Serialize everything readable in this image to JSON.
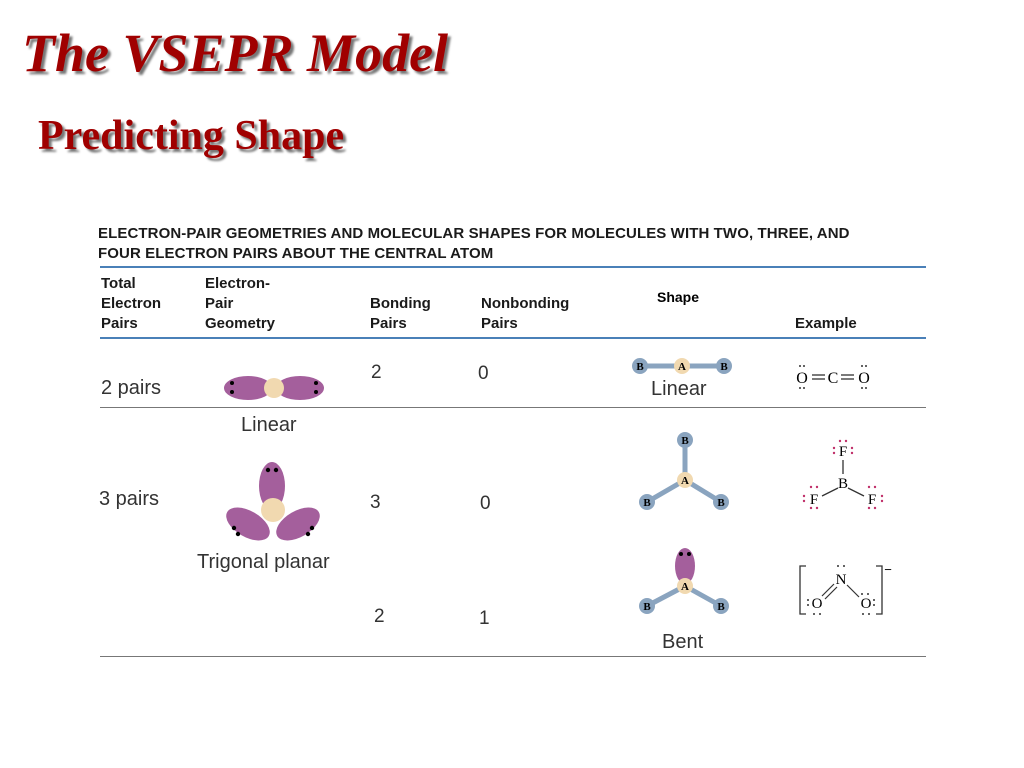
{
  "slide": {
    "title": "The VSEPR Model",
    "subtitle": "Predicting Shape",
    "colors": {
      "title": "#a00000",
      "lobe": "#a45f9c",
      "atom": "#f1d9b0",
      "bond": "#8aa4bf",
      "rule": "#4a80b8"
    }
  },
  "table": {
    "caption": "ELECTRON-PAIR GEOMETRIES AND MOLECULAR SHAPES FOR MOLECULES WITH TWO, THREE, AND FOUR ELECTRON PAIRS ABOUT THE CENTRAL ATOM",
    "headers": {
      "total": "Total\nElectron\nPairs",
      "geometry": "Electron-\nPair\n Geometry",
      "bonding": "Bonding\nPairs",
      "nonbonding": "Nonbonding\nPairs",
      "shape": "Shape",
      "example": "Example"
    },
    "groups": [
      {
        "total_label": "2 pairs",
        "geometry_label": "Linear"
      },
      {
        "total_label": "3 pairs",
        "geometry_label": "Trigonal planar"
      }
    ],
    "rows": [
      {
        "bonding": "2",
        "nonbonding": "0",
        "shape_label": "Linear"
      },
      {
        "bonding": "3",
        "nonbonding": "0",
        "shape_label": ""
      },
      {
        "bonding": "2",
        "nonbonding": "1",
        "shape_label": "Bent"
      }
    ],
    "atoms": {
      "central": "A",
      "outer": "B"
    },
    "examples": [
      {
        "atoms": [
          "O",
          "C",
          "O"
        ]
      },
      {
        "atoms": [
          "F",
          "B",
          "F",
          "F"
        ]
      },
      {
        "atoms": [
          "O",
          "N",
          "O"
        ],
        "charge": "−"
      }
    ]
  }
}
